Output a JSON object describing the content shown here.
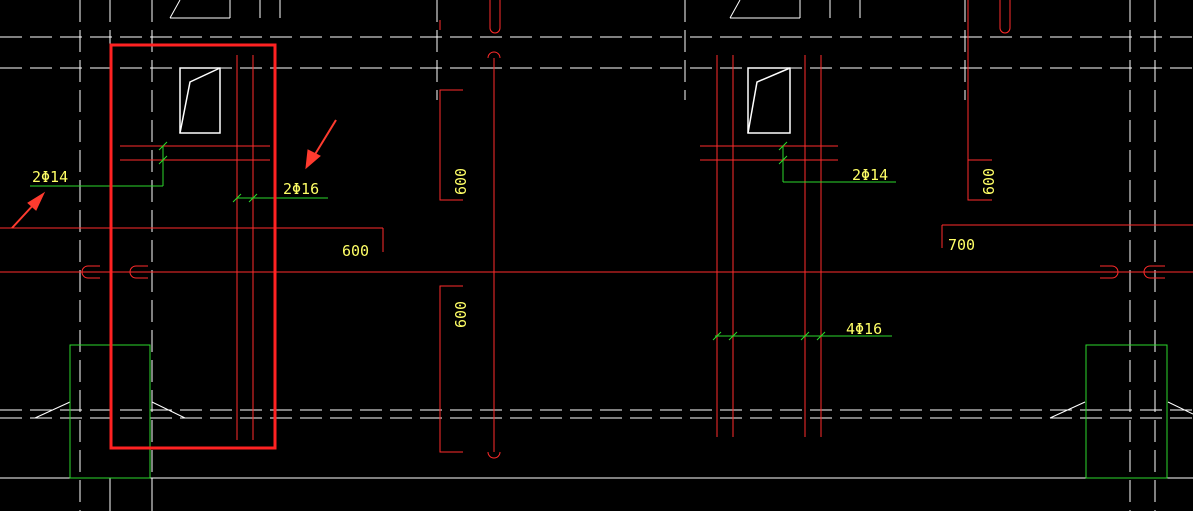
{
  "colors": {
    "background": "#000000",
    "axis_dashed": "#ffffff",
    "rebar": "#ff2b2b",
    "leader": "#2bd92b",
    "text": "#ffff66",
    "highlight_box": "#ff2222",
    "arrow": "#ff3b2f",
    "column_outline": "#2bd92b"
  },
  "rebar_labels": {
    "left_top": "2Φ14",
    "left_mid": "2Φ16",
    "right_top": "2Φ14",
    "right_bottom": "4Φ16"
  },
  "dimensions": {
    "left_horizontal": "600",
    "center_vertical_upper": "600",
    "center_vertical_lower": "600",
    "right_vertical": "600",
    "right_horizontal": "700"
  },
  "annotations": {
    "highlight_box": "red rectangle around left column rebar",
    "arrow_icons": [
      "arrow-pointing-to-2Φ14",
      "arrow-pointing-to-2Φ16"
    ]
  }
}
